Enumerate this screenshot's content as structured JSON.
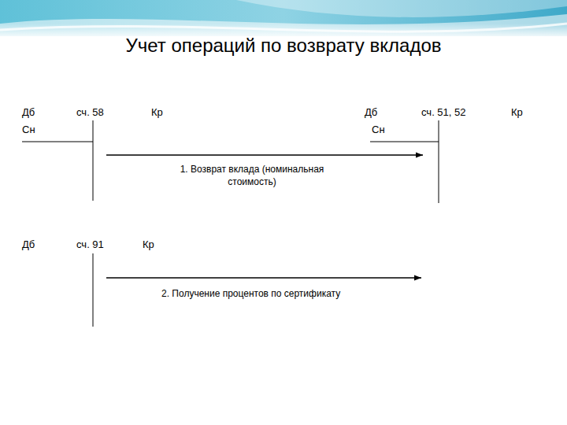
{
  "diagram": {
    "title": "Учет операций по возврату вкладов",
    "nodes": [
      {
        "text": [
          "Дб",
          "сч. 58",
          "Кр",
          "Сн"
        ]
      },
      {
        "text": [
          "Дб",
          "сч. 51, 52",
          "Кр",
          "Сн"
        ]
      },
      {
        "text": [
          "Дб",
          "сч. 91",
          "Кр"
        ]
      }
    ],
    "edges": [
      {
        "from": 0,
        "to": 1,
        "arrow": "to",
        "label": "1. Возврат вклада (номинальная стоимость)"
      }
    ],
    "labels": [
      "2. Получение процентов по сертификату"
    ]
  }
}
